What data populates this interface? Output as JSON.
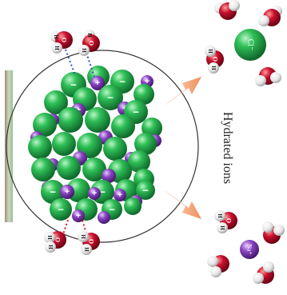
{
  "caption": "Hydrated ions",
  "ions": {
    "chloride": "Cl⁻",
    "sodium": "Na⁺"
  },
  "water_labels": {
    "hydrogen": "H",
    "oxygen": "O"
  },
  "charge_signs": {
    "negative": "−",
    "positive": "+"
  },
  "colors": {
    "chloride": "#22a34a",
    "sodium": "#7a3fb0",
    "oxygen": "#c8102e",
    "hydrogen": "#f2f2f2",
    "arrow": "#f0a070",
    "bond_blue": "#3355cc",
    "bond_red": "#cc2222"
  }
}
